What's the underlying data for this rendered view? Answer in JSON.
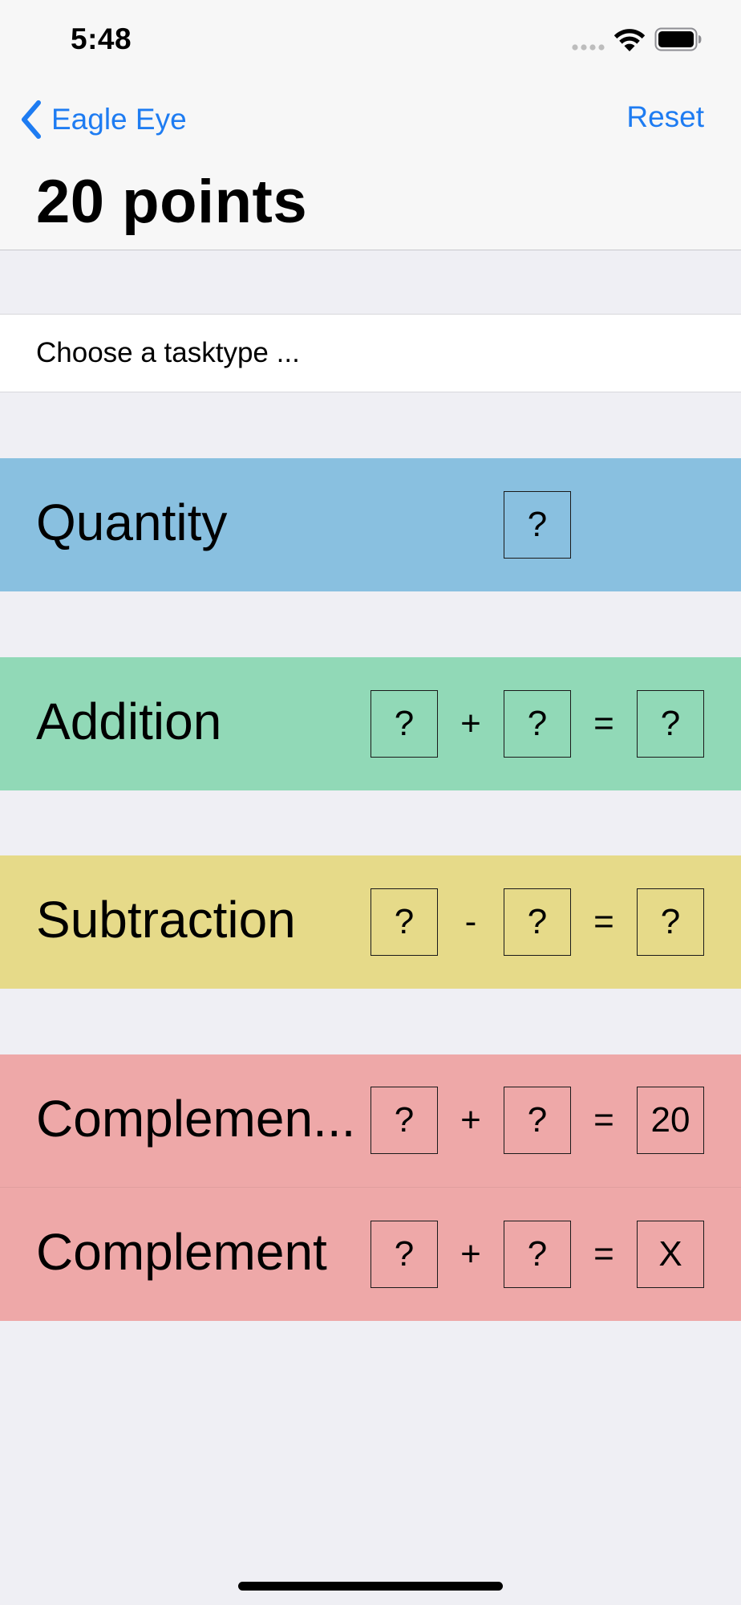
{
  "status_bar": {
    "time": "5:48"
  },
  "nav": {
    "back_label": "Eagle Eye",
    "reset_label": "Reset",
    "title": "20 points"
  },
  "section_header": {
    "text": "Choose a tasktype ..."
  },
  "tasks": [
    {
      "label": "Quantity",
      "box": "?"
    },
    {
      "label": "Addition",
      "a": "?",
      "op": "+",
      "b": "?",
      "eq": "=",
      "result": "?"
    },
    {
      "label": "Subtraction",
      "a": "?",
      "op": "-",
      "b": "?",
      "eq": "=",
      "result": "?"
    },
    {
      "label": "Complemen...",
      "a": "?",
      "op": "+",
      "b": "?",
      "eq": "=",
      "result": "20"
    },
    {
      "label": "Complement",
      "a": "?",
      "op": "+",
      "b": "?",
      "eq": "=",
      "result": "X"
    }
  ],
  "colors": {
    "accent": "#1E7CF2",
    "quantity": "#89C0E0",
    "addition": "#91D9B7",
    "subtraction": "#E6DA89",
    "complement": "#EEA8A8",
    "background": "#EFEFF4"
  }
}
